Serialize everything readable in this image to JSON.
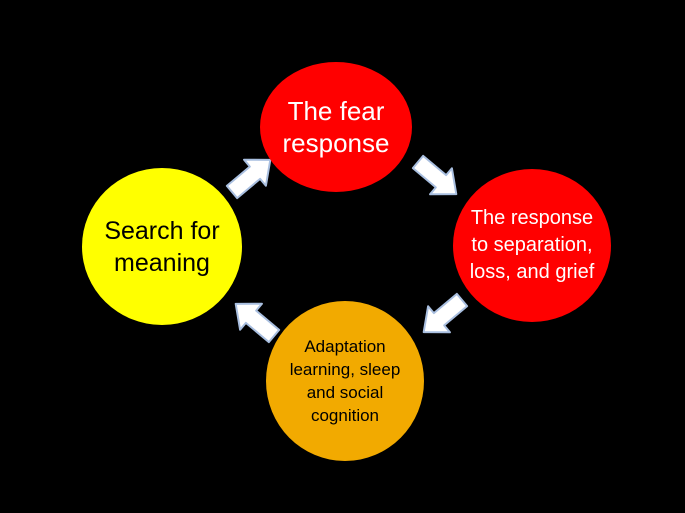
{
  "nodes": {
    "fear": {
      "label": "The fear\nresponse",
      "color": "#ff0000"
    },
    "separation": {
      "label": "The response\nto separation,\nloss, and grief",
      "color": "#ff0000"
    },
    "adaptation": {
      "label": "Adaptation\nlearning, sleep\nand social\ncognition",
      "color": "#f2aa00"
    },
    "meaning": {
      "label": "Search for\nmeaning",
      "color": "#ffff00"
    }
  },
  "arrow_color": "#ffffff",
  "arrow_outline": "#a9bfe0"
}
